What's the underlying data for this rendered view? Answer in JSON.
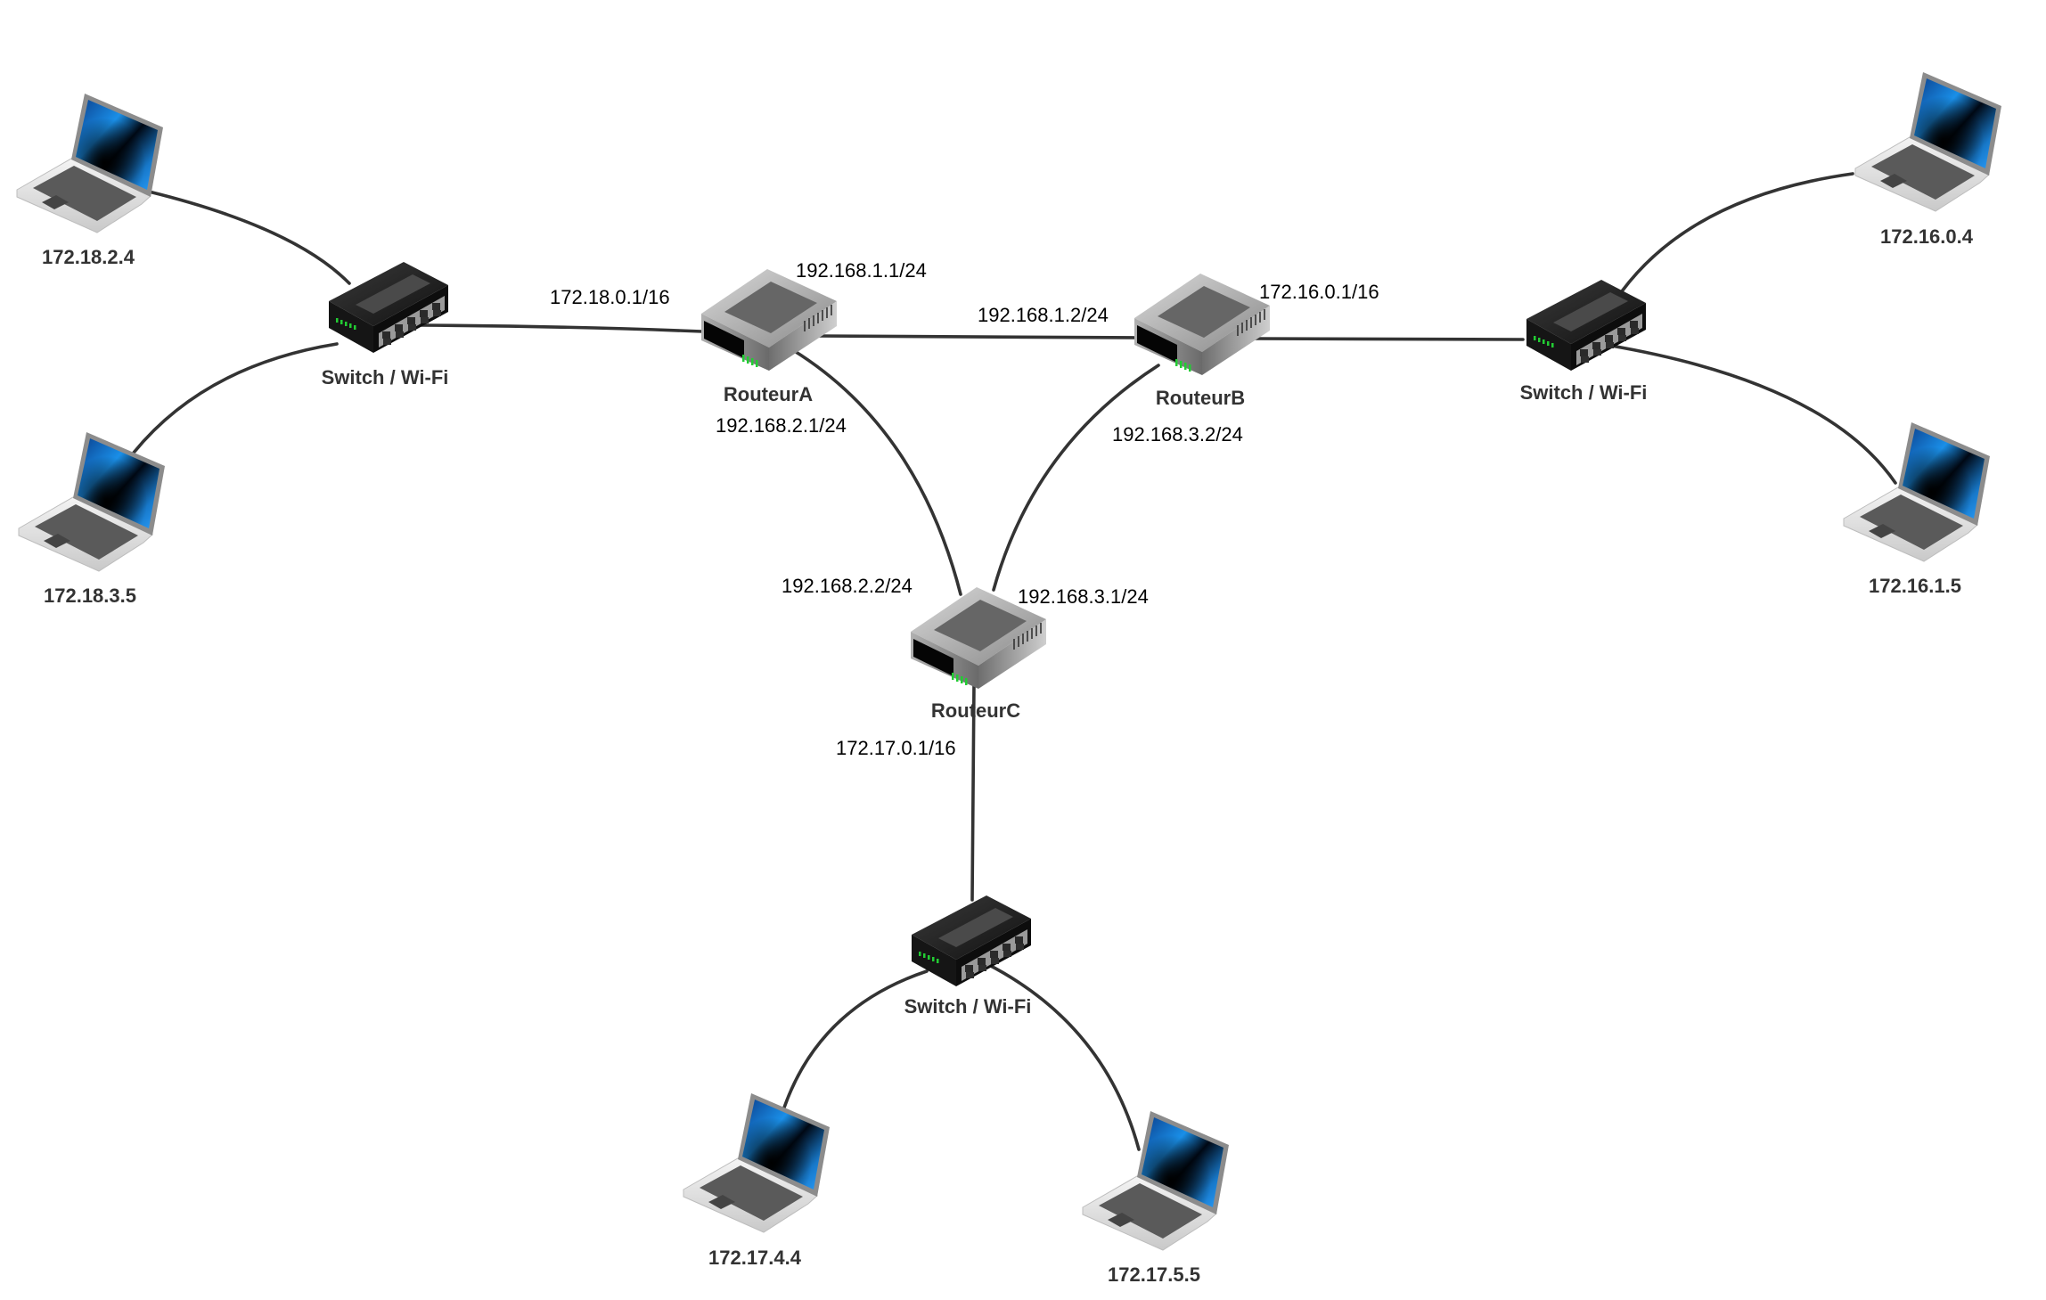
{
  "diagram": {
    "title": "Network topology",
    "colors": {
      "link": "#333333",
      "node_label": "#333333",
      "ip_label": "#000000",
      "led": "#22cc33",
      "screen": "#1a8fe8"
    },
    "nodes": [
      {
        "id": "routerA",
        "type": "router",
        "label": "RouteurA",
        "icon": "router-icon"
      },
      {
        "id": "routerB",
        "type": "router",
        "label": "RouteurB",
        "icon": "router-icon"
      },
      {
        "id": "routerC",
        "type": "router",
        "label": "RouteurC",
        "icon": "router-icon"
      },
      {
        "id": "switchLeft",
        "type": "switch",
        "label": "Switch / Wi-Fi",
        "icon": "switch-icon"
      },
      {
        "id": "switchRight",
        "type": "switch",
        "label": "Switch / Wi-Fi",
        "icon": "switch-icon"
      },
      {
        "id": "switchBottom",
        "type": "switch",
        "label": "Switch / Wi-Fi",
        "icon": "switch-icon"
      },
      {
        "id": "pc1",
        "type": "laptop",
        "label": "172.18.2.4",
        "icon": "laptop-icon"
      },
      {
        "id": "pc2",
        "type": "laptop",
        "label": "172.18.3.5",
        "icon": "laptop-icon"
      },
      {
        "id": "pc3",
        "type": "laptop",
        "label": "172.16.0.4",
        "icon": "laptop-icon"
      },
      {
        "id": "pc4",
        "type": "laptop",
        "label": "172.16.1.5",
        "icon": "laptop-icon"
      },
      {
        "id": "pc5",
        "type": "laptop",
        "label": "172.17.4.4",
        "icon": "laptop-icon"
      },
      {
        "id": "pc6",
        "type": "laptop",
        "label": "172.17.5.5",
        "icon": "laptop-icon"
      }
    ],
    "links": [
      {
        "id": "pc1-switchLeft",
        "from": "pc1",
        "to": "switchLeft"
      },
      {
        "id": "pc2-switchLeft",
        "from": "pc2",
        "to": "switchLeft"
      },
      {
        "id": "switchLeft-routerA",
        "from": "switchLeft",
        "to": "routerA"
      },
      {
        "id": "routerA-routerB",
        "from": "routerA",
        "to": "routerB"
      },
      {
        "id": "routerA-routerC",
        "from": "routerA",
        "to": "routerC"
      },
      {
        "id": "routerB-routerC",
        "from": "routerB",
        "to": "routerC"
      },
      {
        "id": "routerB-switchRight",
        "from": "routerB",
        "to": "switchRight"
      },
      {
        "id": "switchRight-pc3",
        "from": "switchRight",
        "to": "pc3"
      },
      {
        "id": "switchRight-pc4",
        "from": "switchRight",
        "to": "pc4"
      },
      {
        "id": "routerC-switchBottom",
        "from": "routerC",
        "to": "switchBottom"
      },
      {
        "id": "switchBottom-pc5",
        "from": "switchBottom",
        "to": "pc5"
      },
      {
        "id": "switchBottom-pc6",
        "from": "switchBottom",
        "to": "pc6"
      }
    ],
    "interfaces": [
      {
        "id": "routerA-eth-lan",
        "router": "routerA",
        "address": "172.18.0.1/16"
      },
      {
        "id": "routerA-eth-b",
        "router": "routerA",
        "address": "192.168.1.1/24"
      },
      {
        "id": "routerA-eth-c",
        "router": "routerA",
        "address": "192.168.2.1/24"
      },
      {
        "id": "routerB-eth-a",
        "router": "routerB",
        "address": "192.168.1.2/24"
      },
      {
        "id": "routerB-eth-lan",
        "router": "routerB",
        "address": "172.16.0.1/16"
      },
      {
        "id": "routerB-eth-c",
        "router": "routerB",
        "address": "192.168.3.2/24"
      },
      {
        "id": "routerC-eth-a",
        "router": "routerC",
        "address": "192.168.2.2/24"
      },
      {
        "id": "routerC-eth-b",
        "router": "routerC",
        "address": "192.168.3.1/24"
      },
      {
        "id": "routerC-eth-lan",
        "router": "routerC",
        "address": "172.17.0.1/16"
      }
    ]
  }
}
